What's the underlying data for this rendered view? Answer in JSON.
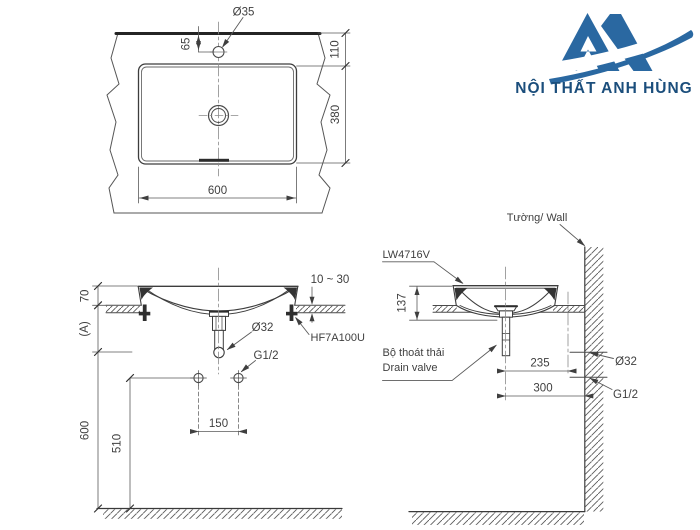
{
  "logo": {
    "brand": "NỘI THẤT ANH HÙNG"
  },
  "top_view": {
    "faucet_hole_diameter": "Ø35",
    "faucet_hole_offset": "65",
    "back_edge_offset": "110",
    "basin_depth": "380",
    "basin_width": "600"
  },
  "front_view": {
    "rim_above_counter": "70",
    "adjustable_height": "(A)",
    "counter_thickness_range": "10 ~ 30",
    "drain_pipe_diameter": "Ø32",
    "supply_thread": "G1/2",
    "fixing_kit_model": "HF7A100U",
    "supply_spacing": "150",
    "supply_height_from_floor": "510",
    "drain_height_from_floor": "600"
  },
  "side_view": {
    "product_model": "LW4716V",
    "wall_label": "Tường/ Wall",
    "basin_height": "137",
    "drain_valve_label_vi": "Bộ thoát thải",
    "drain_valve_label_en": "Drain valve",
    "drain_to_supply_centerline": "235",
    "drain_to_wall": "300",
    "wall_drain_diameter": "Ø32",
    "wall_supply_thread": "G1/2"
  }
}
